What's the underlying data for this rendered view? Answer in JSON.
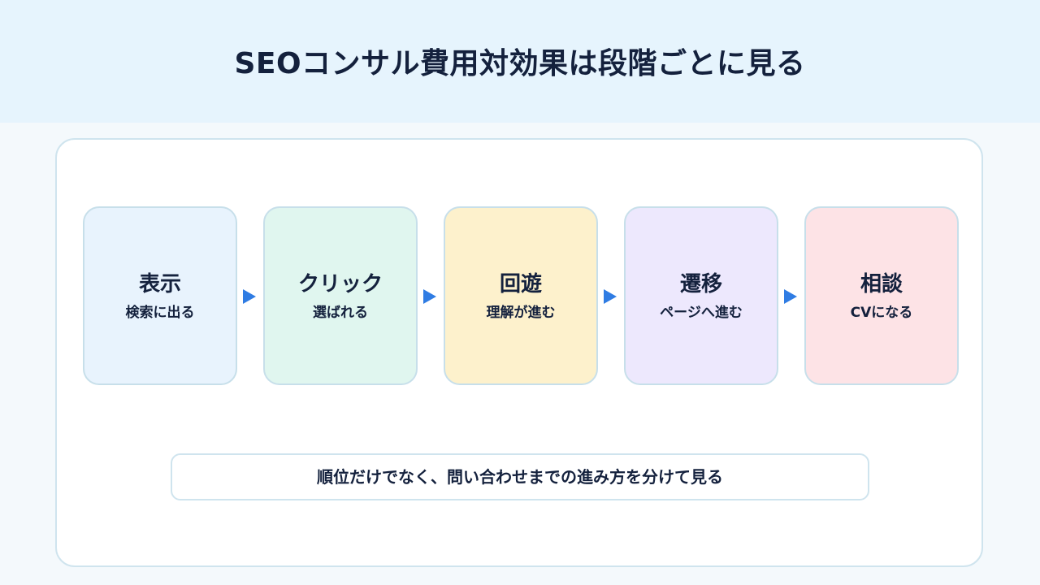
{
  "title": "SEOコンサル費用対効果は段階ごとに見る",
  "steps": [
    {
      "title": "表示",
      "subtitle": "検索に出る",
      "color": "#e8f3fd"
    },
    {
      "title": "クリック",
      "subtitle": "選ばれる",
      "color": "#e0f6ef"
    },
    {
      "title": "回遊",
      "subtitle": "理解が進む",
      "color": "#fdf1cc"
    },
    {
      "title": "遷移",
      "subtitle": "ページへ進む",
      "color": "#ede8fd"
    },
    {
      "title": "相談",
      "subtitle": "CVになる",
      "color": "#fde3e6"
    }
  ],
  "arrow_color": "#2f7ce3",
  "note": "順位だけでなく、問い合わせまでの進み方を分けて見る"
}
